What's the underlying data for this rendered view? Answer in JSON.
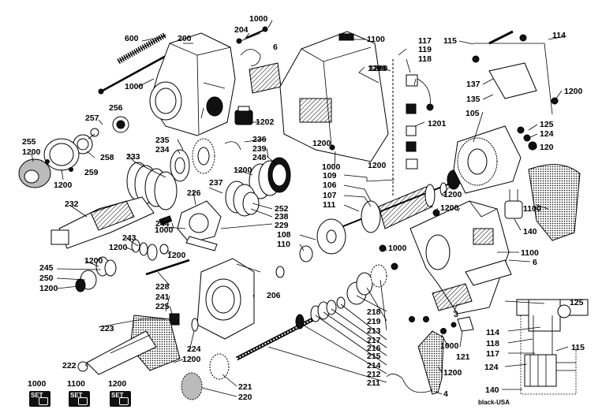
{
  "diagram_labels": {
    "p600": "600",
    "p200": "200",
    "p1000a": "1000",
    "p204": "204",
    "p1000b": "1000",
    "p6a": "6",
    "p1100a": "1100",
    "p1200a": "1200",
    "p256": "256",
    "p257": "257",
    "p1202": "1202",
    "p255": "255",
    "p1200b": "1200",
    "p259": "259",
    "p258": "258",
    "p1200c": "1200",
    "p235": "235",
    "p234": "234",
    "p233": "233",
    "p236": "236",
    "p239": "239",
    "p248": "248",
    "p1200d": "1200",
    "p232": "232",
    "p237": "237",
    "p226": "226",
    "p252": "252",
    "p238": "238",
    "p229": "229",
    "p244": "244",
    "p1000c": "1000",
    "p243": "243",
    "p1200e": "1200",
    "p1200f": "1200",
    "p245": "245",
    "p1200g": "1200",
    "p250": "250",
    "p1200h": "1200",
    "p228": "228",
    "p241": "241",
    "p225": "225",
    "p223": "223",
    "p224": "224",
    "p222": "222",
    "p1200i": "1200",
    "p206": "206",
    "p117a": "117",
    "p119": "119",
    "p118a": "118",
    "p1200j": "1200",
    "p1201": "1201",
    "p1000d": "1000",
    "p109": "109",
    "p106": "106",
    "p107": "107",
    "p111": "111",
    "p108": "108",
    "p110": "110",
    "p1000e": "1000",
    "p1200k": "1200",
    "p1200l": "1200",
    "p115a": "115",
    "p114a": "114",
    "p137": "137",
    "p135": "135",
    "p1200m": "1200",
    "p105": "105",
    "p125a": "125",
    "p124a": "124",
    "p120": "120",
    "p1200n": "1200",
    "p1100b": "1100",
    "p140a": "140",
    "p1100c": "1100",
    "p6b": "6",
    "p3": "3",
    "p218": "218",
    "p219": "219",
    "p213": "213",
    "p217": "217",
    "p216": "216",
    "p215": "215",
    "p214": "214",
    "p212": "212",
    "p211": "211",
    "p221": "221",
    "p220": "220",
    "p1000f": "1000",
    "p121": "121",
    "p1200o": "1200",
    "p4": "4",
    "p125b": "125",
    "p114b": "114",
    "p118b": "118",
    "p117b": "117",
    "p115b": "115",
    "p124b": "124",
    "p140b": "140",
    "black_usa": "black-USA",
    "set1000": "1000",
    "set1100": "1100",
    "set1200": "1200",
    "set_text": "SET"
  }
}
